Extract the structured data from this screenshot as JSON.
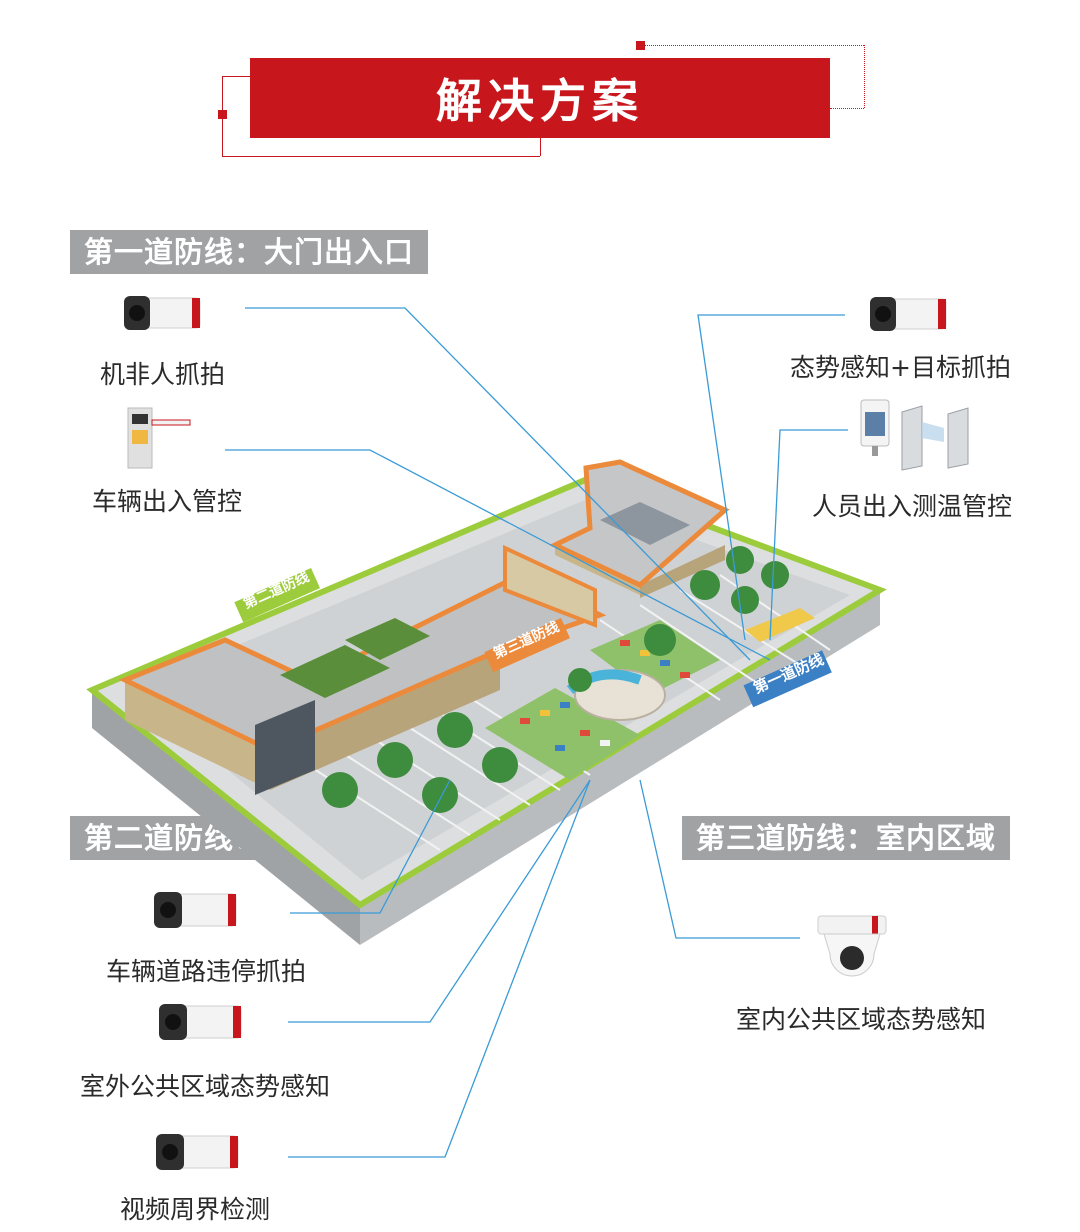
{
  "header": {
    "title": "解决方案"
  },
  "sections": {
    "first": "第一道防线：大门出入口",
    "second": "第二道防线：室外区域",
    "third": "第三道防线：室内区域"
  },
  "devices": {
    "vehicle_person_capture": "机非人抓拍",
    "vehicle_access_control": "车辆出入管控",
    "situation_target_capture": "态势感知+目标抓拍",
    "person_access_temp": "人员出入测温管控",
    "road_parking_capture": "车辆道路违停抓拍",
    "outdoor_public_awareness": "室外公共区域态势感知",
    "video_perimeter": "视频周界检测",
    "indoor_public_awareness": "室内公共区域态势感知"
  },
  "map_labels": {
    "line1": "第一道防线",
    "line2": "第二道防线",
    "line3": "第三道防线"
  },
  "colors": {
    "brand_red": "#c8161d",
    "label_gray": "#a0a2a4",
    "connector_blue": "#3a9bd6",
    "perimeter_green": "#9ccc3c",
    "building_orange": "#ec8a3c",
    "line1_blue": "#3b7fc4"
  }
}
